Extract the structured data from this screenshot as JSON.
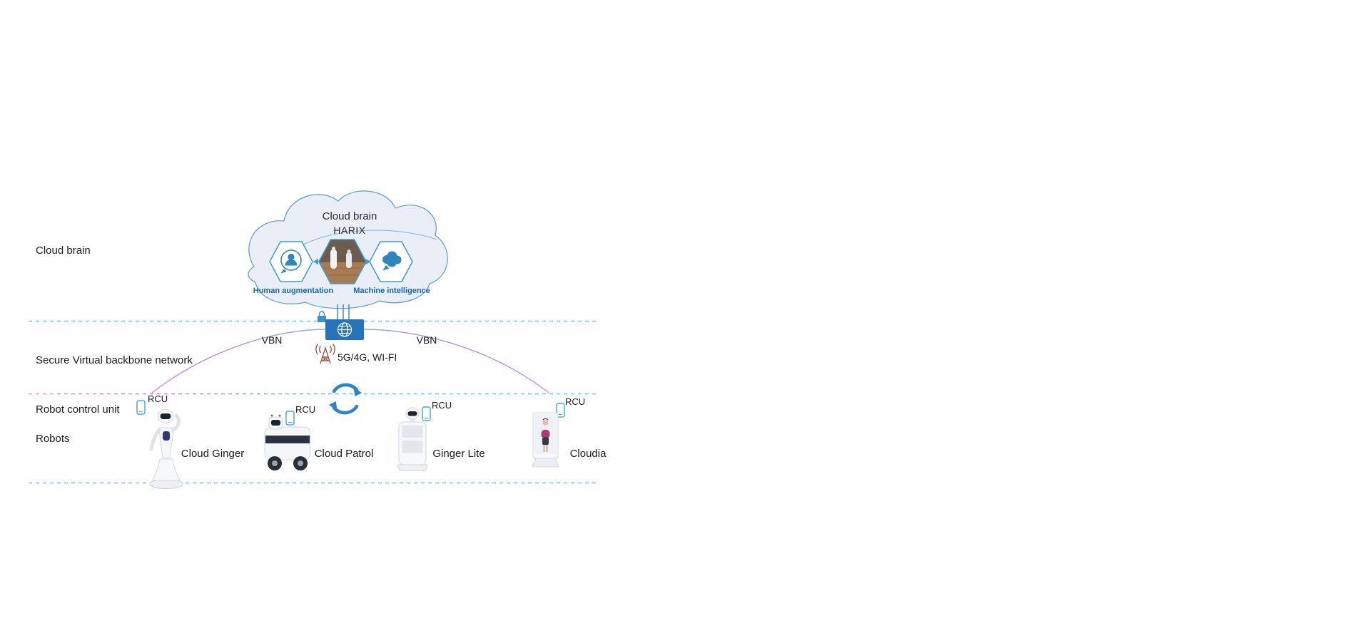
{
  "sections": {
    "cloud_brain": "Cloud brain",
    "vbn": "Secure Virtual backbone network",
    "rcu": "Robot control unit",
    "robots": "Robots"
  },
  "cloud": {
    "title": "Cloud brain",
    "subtitle": "HARIX",
    "human_augmentation": "Human augmentation",
    "machine_intelligence": "Machine intelligence"
  },
  "network": {
    "vbn_left": "VBN",
    "vbn_right": "VBN",
    "wireless": "5G/4G, WI-FI"
  },
  "rcu_label": "RCU",
  "robots": [
    {
      "name": "Cloud Ginger"
    },
    {
      "name": "Cloud Patrol"
    },
    {
      "name": "Ginger Lite"
    },
    {
      "name": "Cloudia"
    }
  ],
  "icons": {
    "globe": "globe-icon",
    "lock": "lock-icon",
    "antenna": "antenna-icon",
    "sync": "sync-arrows-icon",
    "phone": "phone-icon",
    "person_chat": "person-chat-icon",
    "brain_bubble": "brain-bubble-icon"
  },
  "colors": {
    "cloud_fill": "#e9eef7",
    "cloud_stroke": "#5b9bd5",
    "hex_stroke": "#3d9ad2",
    "caption_blue": "#1767ae",
    "gateway_blue": "#2573bb",
    "arc_purple": "#b48bd8",
    "dash_cyan": "#5fd0da",
    "antenna_brown": "#9c4a33",
    "phone_blue": "#4aa8e6",
    "sync_blue": "#2b85c8",
    "text_dark": "#1b1b1b"
  }
}
